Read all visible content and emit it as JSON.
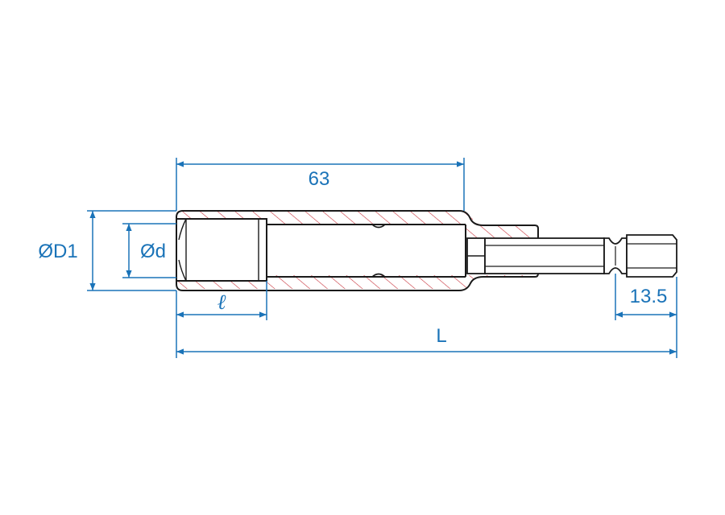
{
  "colors": {
    "outline": "#1a1a1a",
    "hatch": "#c8323a",
    "dimension": "#1a73b8",
    "background": "#ffffff"
  },
  "dimensions": {
    "length_63": "63",
    "outer_diameter": "ØD1",
    "inner_diameter": "Ød",
    "hex_depth": "ℓ",
    "hex_shank": "13.5",
    "overall_length": "L"
  }
}
